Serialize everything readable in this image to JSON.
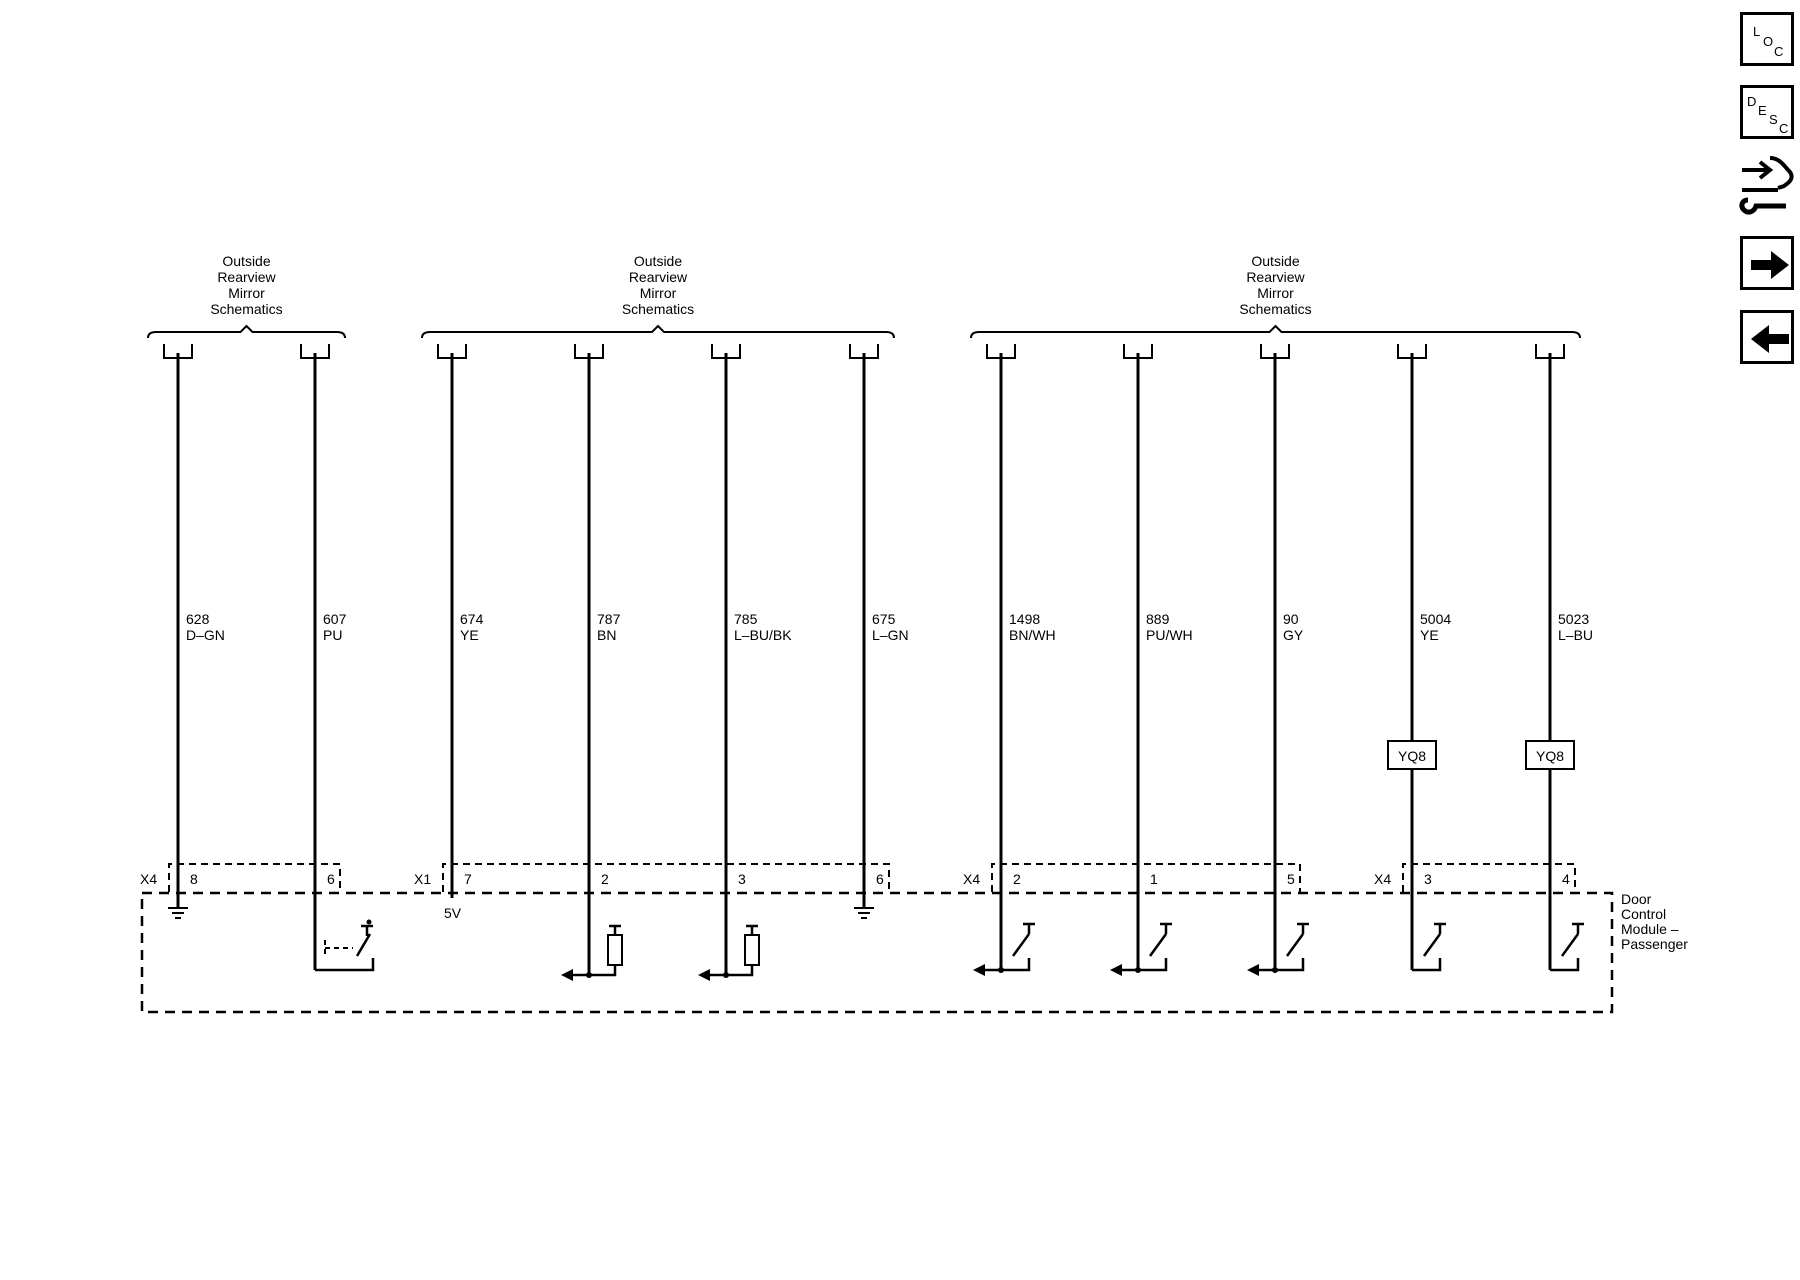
{
  "groups": [
    {
      "label_lines": [
        "Outside",
        "Rearview",
        "Mirror",
        "Schematics"
      ]
    },
    {
      "label_lines": [
        "Outside",
        "Rearview",
        "Mirror",
        "Schematics"
      ]
    },
    {
      "label_lines": [
        "Outside",
        "Rearview",
        "Mirror",
        "Schematics"
      ]
    }
  ],
  "wires": [
    {
      "circuit": "628",
      "color": "D–GN",
      "connector": "X4",
      "pin": "8",
      "end": "ground"
    },
    {
      "circuit": "607",
      "color": "PU",
      "connector": "",
      "pin": "6",
      "end": "switch-return"
    },
    {
      "circuit": "674",
      "color": "YE",
      "connector": "X1",
      "pin": "7",
      "end": "5V",
      "end_label": "5V"
    },
    {
      "circuit": "787",
      "color": "BN",
      "connector": "",
      "pin": "2",
      "end": "resistor"
    },
    {
      "circuit": "785",
      "color": "L–BU/BK",
      "connector": "",
      "pin": "3",
      "end": "resistor"
    },
    {
      "circuit": "675",
      "color": "L–GN",
      "connector": "",
      "pin": "6",
      "end": "ground"
    },
    {
      "circuit": "1498",
      "color": "BN/WH",
      "connector": "X4",
      "pin": "2",
      "end": "switch-arrow"
    },
    {
      "circuit": "889",
      "color": "PU/WH",
      "connector": "",
      "pin": "1",
      "end": "switch-arrow"
    },
    {
      "circuit": "90",
      "color": "GY",
      "connector": "",
      "pin": "5",
      "end": "switch-arrow"
    },
    {
      "circuit": "5004",
      "color": "YE",
      "connector": "X4",
      "pin": "3",
      "end": "switch",
      "option": "YQ8"
    },
    {
      "circuit": "5023",
      "color": "L–BU",
      "connector": "",
      "pin": "4",
      "end": "switch",
      "option": "YQ8"
    }
  ],
  "module": {
    "label_lines": [
      "Door",
      "Control",
      "Module –",
      "Passenger"
    ]
  },
  "nav": {
    "loc": [
      "L",
      "O",
      "C"
    ],
    "desc": [
      "D",
      "E",
      "S",
      "C"
    ],
    "connector_icon": "connector-wrench-icon",
    "next_icon": "arrow-right-icon",
    "prev_icon": "arrow-left-icon"
  }
}
